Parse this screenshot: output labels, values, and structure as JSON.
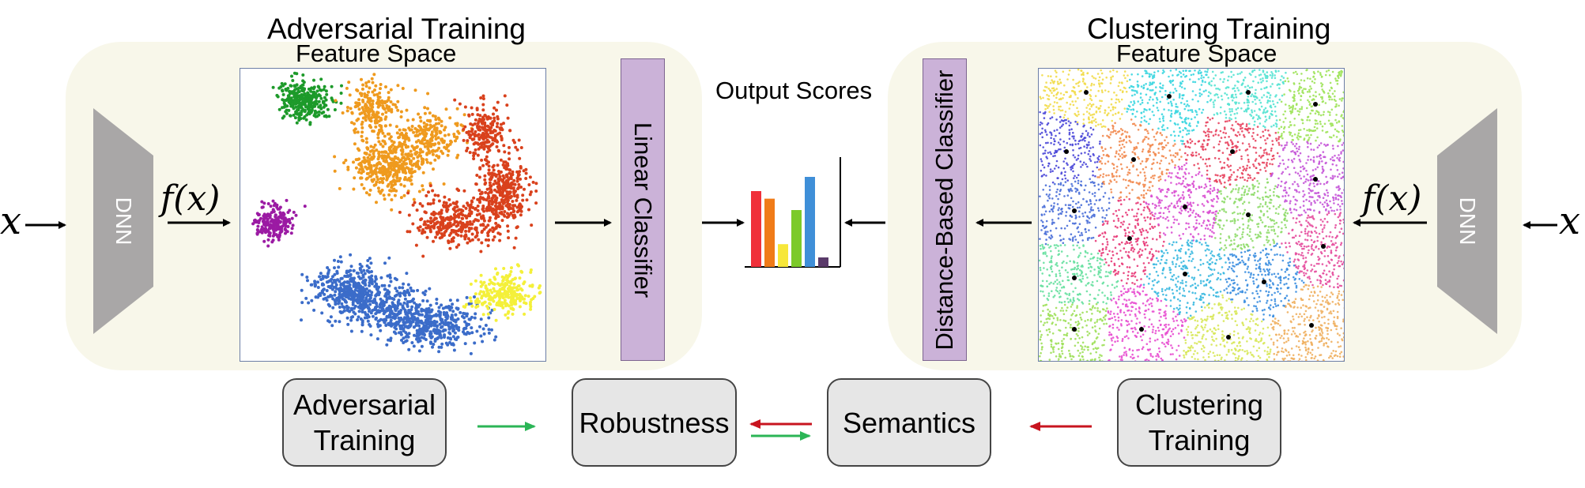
{
  "input_left": "x",
  "input_right": "x",
  "feature_left": "f(x)",
  "feature_right": "f(x)",
  "left_panel": {
    "title": "Adversarial Training",
    "subtitle": "Feature Space",
    "network_label": "DNN",
    "classifier_label": "Linear Classifier"
  },
  "right_panel": {
    "title": "Clustering Training",
    "subtitle": "Feature Space",
    "network_label": "DNN",
    "classifier_label": "Distance-Based Classifier"
  },
  "output_scores_label": "Output Scores",
  "output_bars": [
    {
      "value": 0.8,
      "color": "#f0303a"
    },
    {
      "value": 0.72,
      "color": "#f07b18"
    },
    {
      "value": 0.24,
      "color": "#f7e73a"
    },
    {
      "value": 0.6,
      "color": "#7cca2a"
    },
    {
      "value": 0.95,
      "color": "#3f8fd8"
    },
    {
      "value": 0.1,
      "color": "#5a3a6a"
    }
  ],
  "bottom_boxes": {
    "adversarial_training": "Adversarial\nTraining",
    "robustness": "Robustness",
    "semantics": "Semantics",
    "clustering_training": "Clustering\nTraining"
  },
  "colors": {
    "panel": "#f8f7ea",
    "dnn": "#a9a7a7",
    "classifier_box": "#cbb2d8",
    "arrow_green": "#2bb556",
    "arrow_red": "#c8141f",
    "cluster_green": "#1d9a2a",
    "cluster_orange": "#ef9a1e",
    "cluster_red": "#d9411c",
    "cluster_purple": "#9b1aa3",
    "cluster_blue": "#3b6cc9",
    "cluster_yellow": "#f4f03a"
  }
}
